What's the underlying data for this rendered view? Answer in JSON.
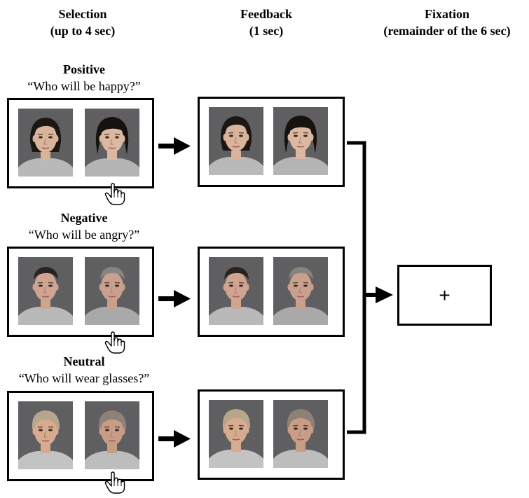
{
  "headers": {
    "selection": {
      "line1": "Selection",
      "line2": "(up to 4 sec)"
    },
    "feedback": {
      "line1": "Feedback",
      "line2": "(1 sec)"
    },
    "fixation": {
      "line1": "Fixation",
      "line2": "(remainder  of the 6 sec)"
    }
  },
  "conditions": [
    {
      "title": "Positive",
      "question": "“Who will be happy?”",
      "faces": [
        "young-woman-face",
        "young-woman-face-2"
      ]
    },
    {
      "title": "Negative",
      "question": "“Who will be angry?”",
      "faces": [
        "middle-aged-man-face",
        "older-man-face"
      ]
    },
    {
      "title": "Neutral",
      "question": "“Who will wear glasses?”",
      "faces": [
        "older-woman-face",
        "older-woman-face-2"
      ]
    }
  ],
  "fixation_symbol": "+",
  "icons": {
    "pointer": "hand-pointer-icon",
    "arrow": "arrow-right-icon"
  },
  "colors": {
    "photo_bg": "#5f5f61",
    "shirt": "#b9b9b9",
    "border": "#000000"
  }
}
